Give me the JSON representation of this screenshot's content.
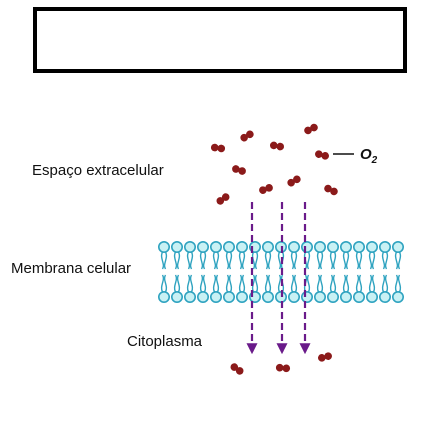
{
  "labels": {
    "extracellular": "Espaço extracelular",
    "membrane": "Membrana celular",
    "cytoplasm": "Citoplasma",
    "molecule_letter": "O",
    "molecule_subscript": "2"
  },
  "colors": {
    "molecule": "#8b1a1a",
    "arrow": "#6a1b8a",
    "lipid_head_fill": "#c9f1f4",
    "lipid_stroke": "#2fa3c0",
    "title_box_border": "#000000"
  }
}
